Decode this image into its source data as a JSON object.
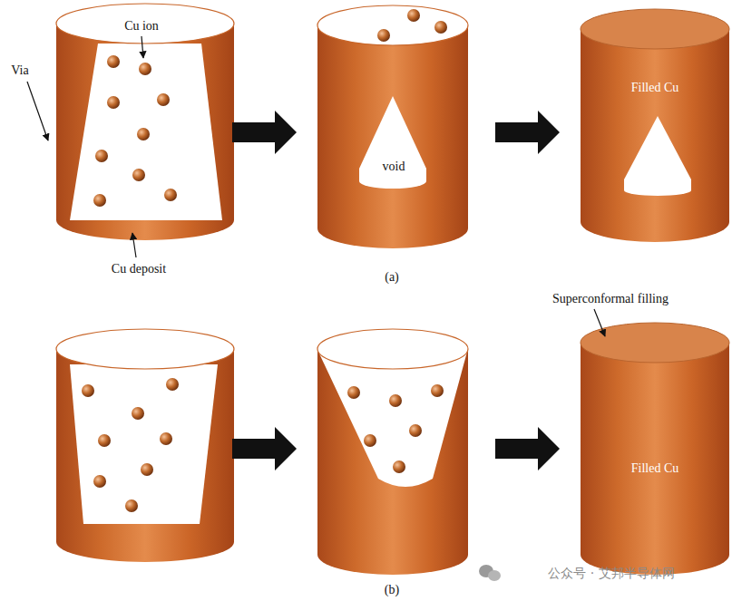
{
  "diagram": {
    "labels": [
      "Cu ion",
      "Via",
      "Cu deposit",
      "void",
      "Filled Cu",
      "(a)",
      "Superconformal filling",
      "Filled Cu",
      "(b)",
      "公众号 · 艾邦半导体网"
    ]
  }
}
